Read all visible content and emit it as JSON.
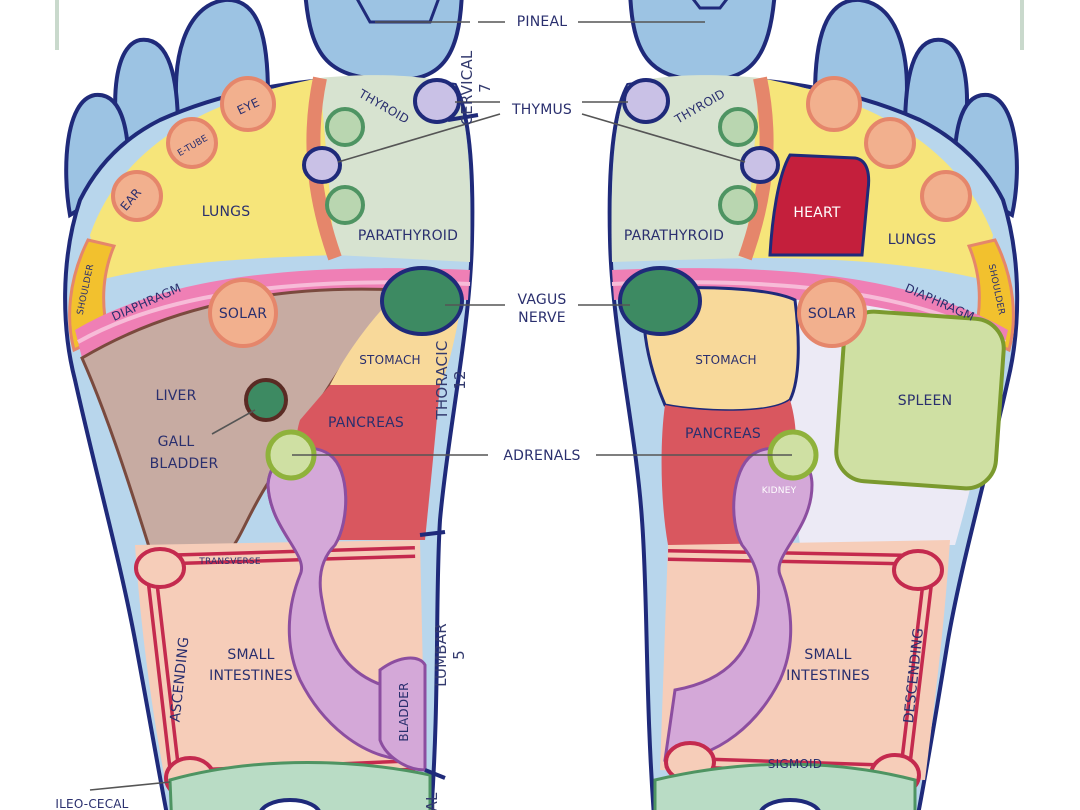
{
  "labels": {
    "pineal": "PINEAL",
    "thymus": "THYMUS",
    "vagus_nerve_1": "VAGUS",
    "vagus_nerve_2": "NERVE",
    "adrenals": "ADRENALS",
    "cervical": "CERVICAL",
    "cervical_num": "7",
    "thoracic": "THORACIC",
    "thoracic_num": "12",
    "lumbar": "LUMBAR",
    "lumbar_num": "5",
    "sacral": "AL",
    "ileo_cecal": "ILEO-CECAL",
    "left": {
      "thyroid": "THYROID",
      "eye": "EYE",
      "e_tube": "E-TUBE",
      "ear": "EAR",
      "lungs": "LUNGS",
      "shoulder": "SHOULDER",
      "parathyroid": "PARATHYROID",
      "diaphragm": "DIAPHRAGM",
      "solar": "SOLAR",
      "stomach": "STOMACH",
      "liver": "LIVER",
      "gall_1": "GALL",
      "gall_2": "BLADDER",
      "pancreas": "PANCREAS",
      "transverse": "TRANSVERSE",
      "small_1": "SMALL",
      "small_2": "INTESTINES",
      "ascending": "ASCENDING",
      "bladder": "BLADDER"
    },
    "right": {
      "thyroid": "THYROID",
      "parathyroid": "PARATHYROID",
      "heart": "HEART",
      "lungs": "LUNGS",
      "shoulder": "SHOULDER",
      "diaphragm": "DIAPHRAGM",
      "solar": "SOLAR",
      "stomach": "STOMACH",
      "spleen": "SPLEEN",
      "pancreas": "PANCREAS",
      "kidney": "KIDNEY",
      "small_1": "SMALL",
      "small_2": "INTESTINES",
      "descending": "DESCENDING",
      "sigmoid": "SIGMOID"
    }
  },
  "colors": {
    "outline": "#1f2a7a",
    "toes": "#9cc3e3",
    "lungs": "#f6e57a",
    "diaphragm": "#ef7fb5",
    "thyroid_zone": "#d7e3d0",
    "liver": "#c7aba2",
    "pancreas": "#d9575f",
    "intestines": "#f6cdb9",
    "kidney": "#d4a8d8",
    "heart": "#c41f3c",
    "spleen": "#cfe0a3",
    "vagus": "#3d8a62",
    "thymus": "#c9c1e6",
    "adrenal": "#b5d36a",
    "heel": "#b9dcc5"
  }
}
